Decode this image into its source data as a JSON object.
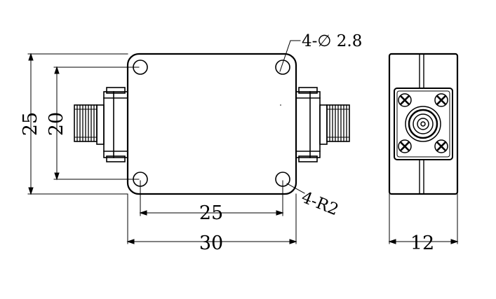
{
  "drawing": {
    "hole_callout": "4-∅ 2.8",
    "radius_callout": "4-R2",
    "dim_overall_width": "30",
    "dim_hole_spacing_x": "25",
    "dim_overall_height": "25",
    "dim_hole_spacing_y": "20",
    "dim_side_width": "12"
  },
  "colors": {
    "line": "#000000",
    "background": "#ffffff"
  }
}
